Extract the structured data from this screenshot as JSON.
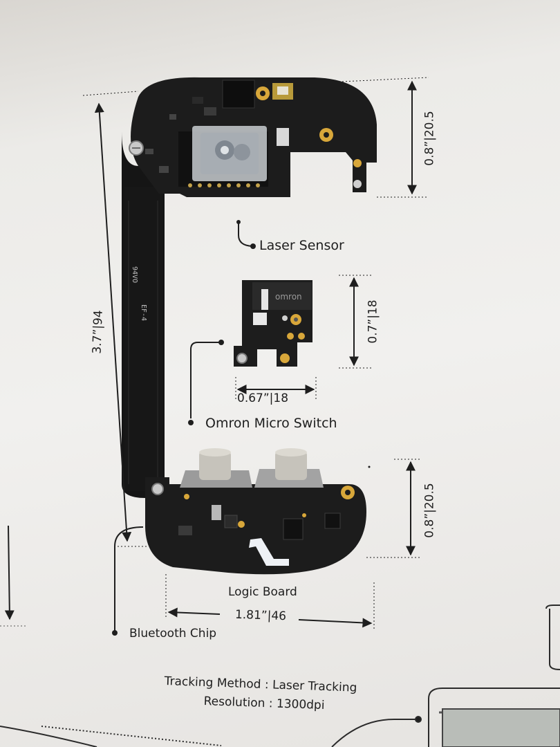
{
  "labels": {
    "laser_sensor": "Laser Sensor",
    "omron_micro_switch": "Omron Micro Switch",
    "logic_board": "Logic Board",
    "bluetooth_chip": "Bluetooth Chip",
    "tracking_method": "Tracking Method : Laser Tracking",
    "resolution": "Resolution : 1300dpi"
  },
  "dimensions": {
    "height_total": "3.7”|94",
    "top_board_height": "0.8”|20.5",
    "switch_height": "0.7”|18",
    "switch_width": "0.67”|18",
    "bottom_board_height": "0.8”|20.5",
    "board_width": "1.81”|46"
  },
  "pcb_markings": {
    "code": "94VO",
    "part": "EF-4",
    "switch_brand": "omron"
  },
  "colors": {
    "paper": "#f1f0ee",
    "pcb": "#1c1c1c",
    "gold_pad": "#d8a73a",
    "line": "#2a2a2a"
  }
}
